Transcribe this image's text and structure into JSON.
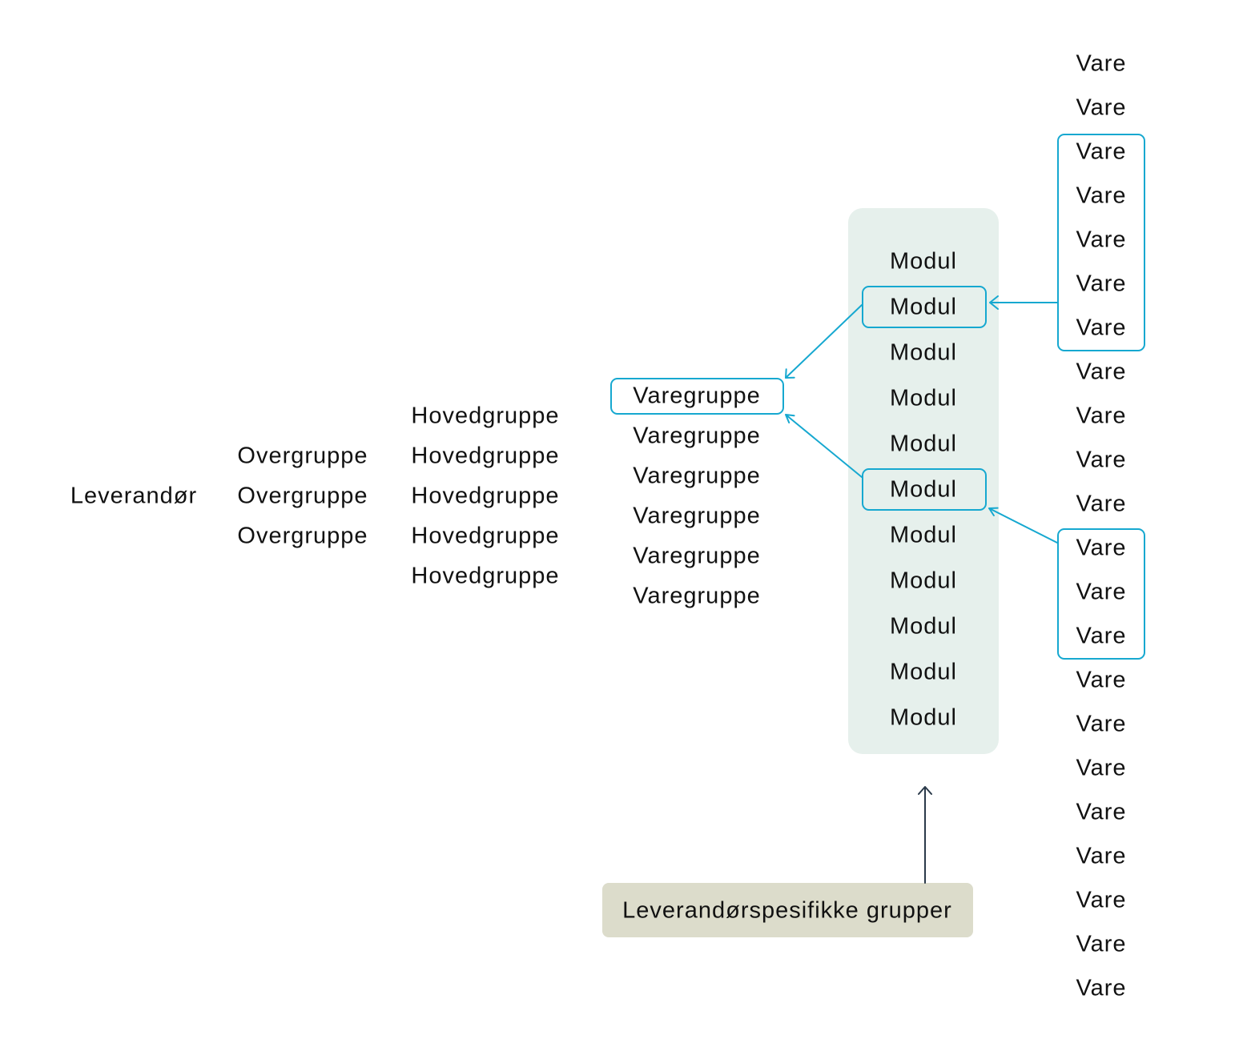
{
  "columns": {
    "leverandor": [
      "Leverandør"
    ],
    "overgruppe": [
      "Overgruppe",
      "Overgruppe",
      "Overgruppe"
    ],
    "hovedgruppe": [
      "Hovedgruppe",
      "Hovedgruppe",
      "Hovedgruppe",
      "Hovedgruppe",
      "Hovedgruppe"
    ],
    "varegruppe": [
      "Varegruppe",
      "Varegruppe",
      "Varegruppe",
      "Varegruppe",
      "Varegruppe",
      "Varegruppe"
    ],
    "modul": [
      "Modul",
      "Modul",
      "Modul",
      "Modul",
      "Modul",
      "Modul",
      "Modul",
      "Modul",
      "Modul",
      "Modul",
      "Modul"
    ],
    "vare": [
      "Vare",
      "Vare",
      "Vare",
      "Vare",
      "Vare",
      "Vare",
      "Vare",
      "Vare",
      "Vare",
      "Vare",
      "Vare",
      "Vare",
      "Vare",
      "Vare",
      "Vare",
      "Vare",
      "Vare",
      "Vare",
      "Vare",
      "Vare",
      "Vare",
      "Vare"
    ]
  },
  "callout": {
    "label": "Leverandørspesifikke grupper"
  },
  "colors": {
    "highlight": "#16a8d0",
    "modul_panel": "#e6f0ec",
    "callout_bg": "#dcdccb",
    "callout_arrow": "#2b3a4a",
    "text": "#111111"
  }
}
